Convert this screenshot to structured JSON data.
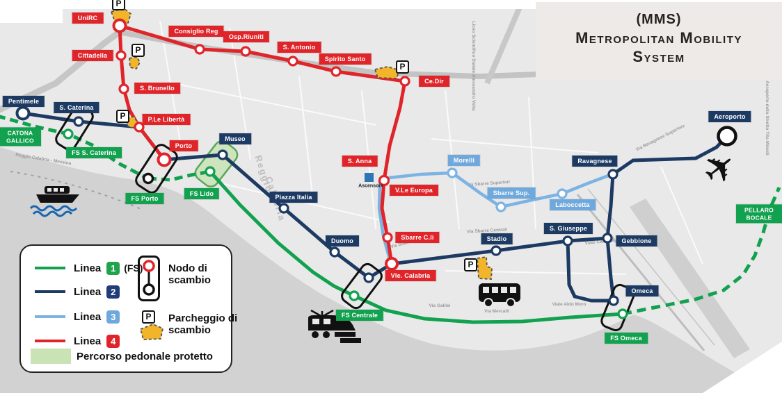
{
  "title": {
    "line1": "(MMS)",
    "line2": "Metropolitan Mobility",
    "line3": "System"
  },
  "colors": {
    "linea1_green": "#12a14f",
    "linea2_navy": "#1d3a63",
    "linea3_blue": "#7db3e3",
    "linea4_red": "#e0252a",
    "badge2_blue": "#1f3d7a",
    "badge3_blue": "#6fa8dc",
    "pedestrian_green": "#c9e3b4",
    "parking_yellow": "#f2b52a",
    "sea_gray": "#d2d2d2",
    "map_gray": "#e9e9e9",
    "title_bg": "#edeae7",
    "ascensore_blue": "#2e75b6"
  },
  "legend": {
    "p_letter": "P",
    "lines": [
      {
        "label": "Linea",
        "number": "1",
        "suffix": "(FS)"
      },
      {
        "label": "Linea",
        "number": "2",
        "suffix": ""
      },
      {
        "label": "Linea",
        "number": "3",
        "suffix": ""
      },
      {
        "label": "Linea",
        "number": "4",
        "suffix": ""
      }
    ],
    "nodo_label": "Nodo di scambio",
    "parcheggio_label": "Parcheggio di scambio",
    "pedonale_label": "Percorso pedonale protetto"
  },
  "stations": {
    "unirc": "UniRC",
    "cittadella": "Cittadella",
    "s_brunello": "S. Brunello",
    "consiglio_reg": "Consiglio Reg",
    "osp_riuniti": "Osp.Riuniti",
    "s_antonio": "S. Antonio",
    "spirito_santo": "Spirito Santo",
    "ce_dir": "Ce.Dir",
    "p_le_liberta": "P.Le Libertà",
    "porto": "Porto",
    "s_anna": "S. Anna",
    "v_le_europa": "V.Le Europa",
    "sbarre_cli": "Sbarre C.li",
    "vle_calabria": "Vle. Calabria",
    "pentimele": "Pentimele",
    "s_caterina": "S. Caterina",
    "museo": "Museo",
    "piazza_italia": "Piazza Italia",
    "duomo": "Duomo",
    "stadio": "Stadio",
    "s_giuseppe": "S. Giuseppe",
    "gebbione": "Gebbione",
    "omeca": "Omeca",
    "ravagnese": "Ravagnese",
    "aeroporto": "Aeroporto",
    "morelli": "Morelli",
    "sbarre_sup": "Sbarre Sup.",
    "laboccetta": "Laboccetta",
    "catona": "CATONA GALLICO",
    "fs_s_caterina": "FS S. Caterina",
    "fs_porto": "FS Porto",
    "fs_lido": "FS Lido",
    "fs_centrale": "FS Centrale",
    "fs_omeca": "FS Omeca",
    "pellaro": "PELLARO BOCALE",
    "ascensore": "Ascensore"
  },
  "map": {
    "streets": [
      "Via Sbarre Superiori",
      "Via Sbarre Centrali",
      "Via Sbarre Centrali",
      "Via Galilei",
      "Via Mercalli",
      "Viale Aldo Moro",
      "Viale Calabria",
      "Via Ravagnese Superiore",
      "Reggio Calabria - Messina",
      "Reggio",
      "Calabria",
      "Aeroporto dello Stretto Tito Minniti",
      "Liceo Scientifico Statale Alessandro Volta"
    ]
  }
}
